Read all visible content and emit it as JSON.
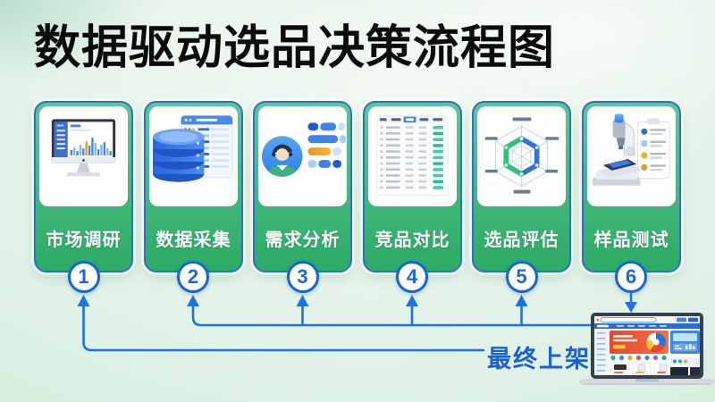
{
  "title": "数据驱动选品决策流程图",
  "flow": {
    "steps": [
      {
        "number": "1",
        "label": "市场调研",
        "icon": "monitor-analytics-icon"
      },
      {
        "number": "2",
        "label": "数据采集",
        "icon": "database-icon"
      },
      {
        "number": "3",
        "label": "需求分析",
        "icon": "customer-feedback-icon"
      },
      {
        "number": "4",
        "label": "竞品对比",
        "icon": "comparison-table-icon"
      },
      {
        "number": "5",
        "label": "选品评估",
        "icon": "radar-chart-icon"
      },
      {
        "number": "6",
        "label": "样品测试",
        "icon": "microscope-report-icon"
      }
    ],
    "final_label": "最终上架"
  },
  "colors": {
    "background_mint": "#e2f2e8",
    "card_border_blue": "#2e6fd6",
    "card_green_top": "#5ec791",
    "card_green_bottom": "#2cab66",
    "arrow_blue": "#1a73e8",
    "badge_blue": "#1565d8",
    "title_black": "#0b0b0b",
    "final_label_blue": "#1a5fd8",
    "accent_orange": "#f29900",
    "accent_teal_pill": "#3ed1a2"
  }
}
